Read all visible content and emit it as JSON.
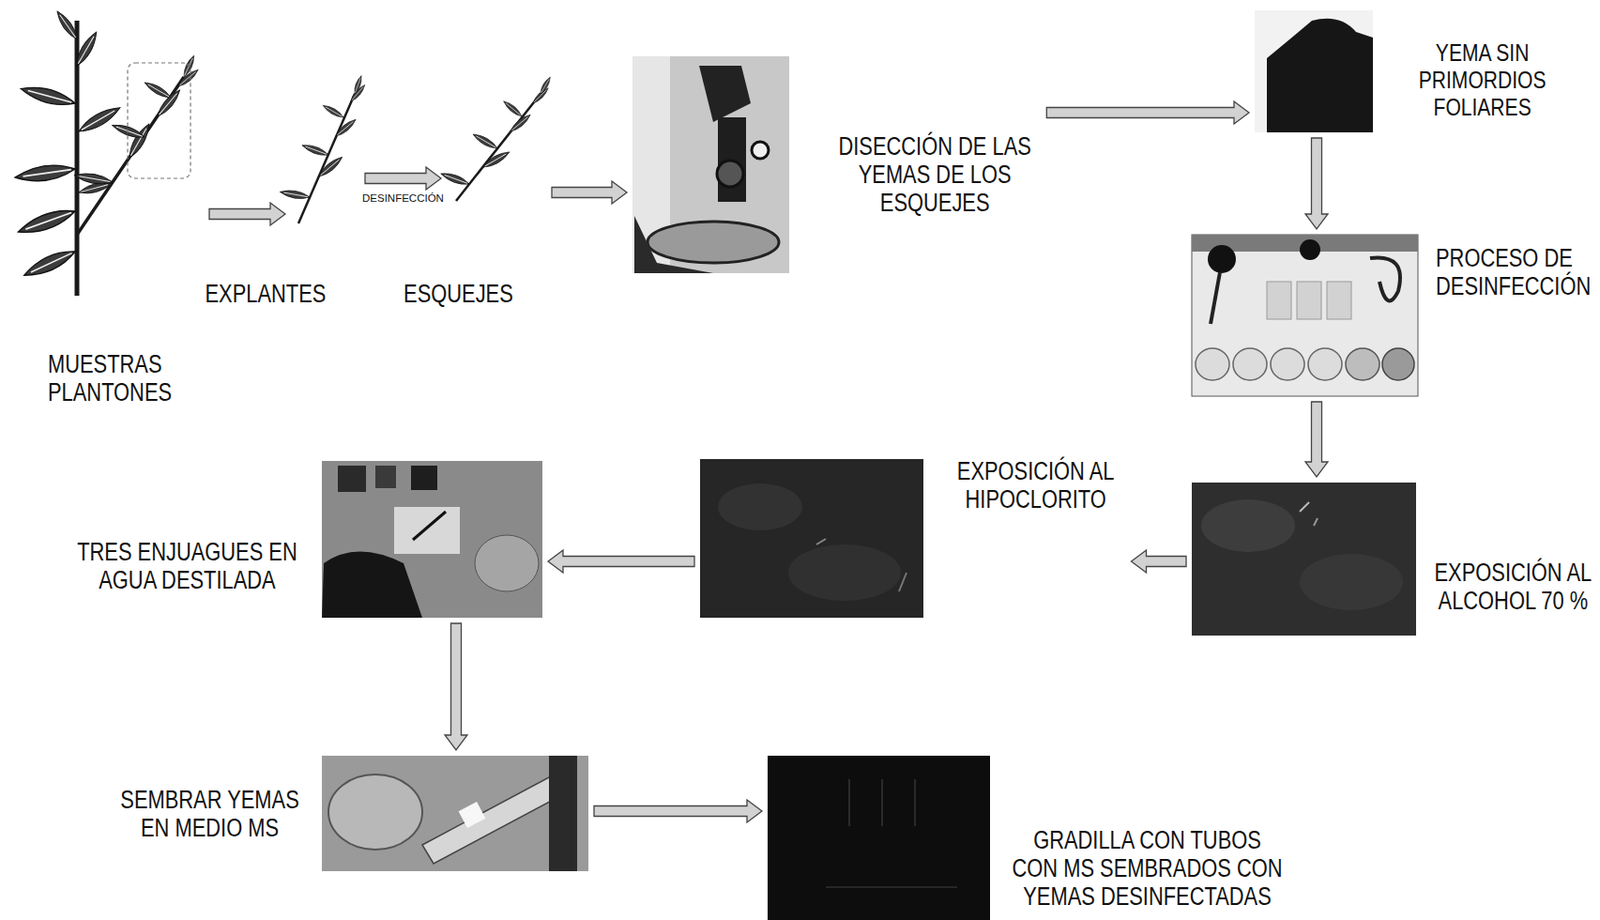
{
  "diagram": {
    "nodes": [
      {
        "text": [
          "MUESTRAS PLANTONES"
        ]
      },
      {
        "text": [
          "EXPLANTES"
        ]
      },
      {
        "text": [
          "ESQUEJES"
        ]
      },
      {
        "text": [
          "DISECCIÓN DE LAS YEMAS DE LOS ESQUEJES"
        ]
      },
      {
        "text": [
          "YEMA SIN PRIMORDIOS FOLIARES"
        ]
      },
      {
        "text": [
          "PROCESO DE DESINFECCIÓN"
        ]
      },
      {
        "text": [
          "EXPOSICIÓN AL ALCOHOL 70 %"
        ]
      },
      {
        "text": [
          "EXPOSICIÓN AL HIPOCLORITO"
        ]
      },
      {
        "text": [
          "TRES ENJUAGUES EN AGUA DESTILADA"
        ]
      },
      {
        "text": [
          "SEMBRAR YEMAS EN MEDIO MS"
        ]
      },
      {
        "text": [
          "GRADILLA CON TUBOS CON MS SEMBRADOS CON YEMAS DESINFECTADAS"
        ]
      }
    ],
    "edges": [
      {
        "from": 0,
        "to": 1,
        "arrow": "to"
      },
      {
        "from": 1,
        "to": 2,
        "label": "DESINFECCIÓN",
        "arrow": "to"
      },
      {
        "from": 2,
        "to": 3,
        "arrow": "to"
      },
      {
        "from": 3,
        "to": 4,
        "arrow": "to"
      },
      {
        "from": 4,
        "to": 5,
        "arrow": "to"
      },
      {
        "from": 5,
        "to": 6,
        "arrow": "to"
      },
      {
        "from": 6,
        "to": 7,
        "arrow": "to"
      },
      {
        "from": 7,
        "to": 8,
        "arrow": "to"
      },
      {
        "from": 8,
        "to": 9,
        "arrow": "to"
      },
      {
        "from": 9,
        "to": 10,
        "arrow": "to"
      }
    ]
  }
}
